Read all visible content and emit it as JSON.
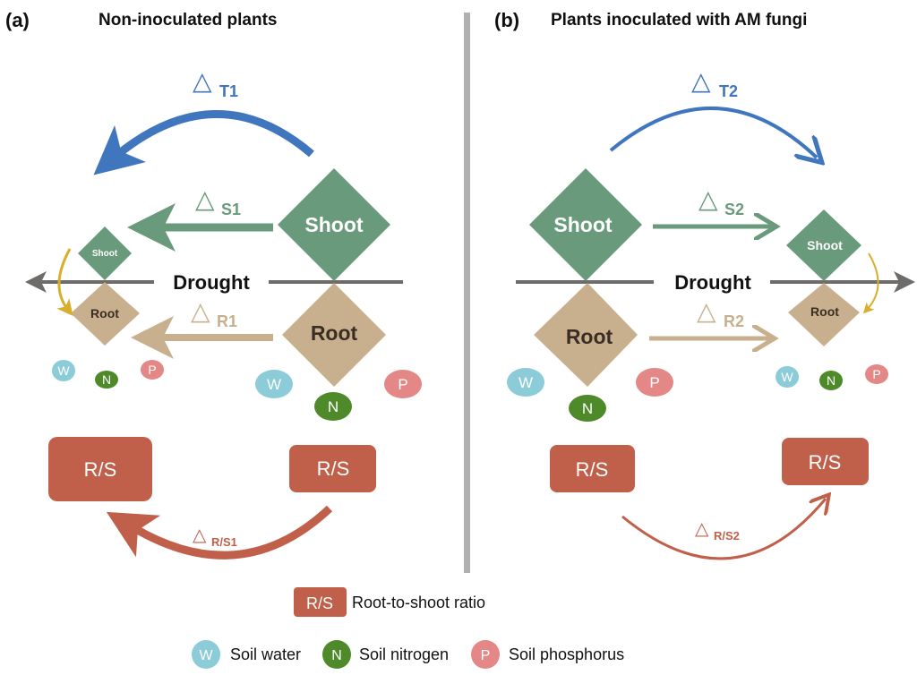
{
  "colors": {
    "shoot": "#6a9a7c",
    "root": "#c8b08e",
    "rs": "#c1604a",
    "total_arrow": "#3f76bd",
    "drought_line": "#6e6b6b",
    "realloc_arrow": "#d9ae2d",
    "water": "#8ccbd8",
    "nitrogen": "#4f8a2a",
    "phosphorus": "#e48787",
    "divider": "#b0b0b0"
  },
  "panel_a": {
    "label": "(a)",
    "title": "Non-inoculated plants",
    "delta_total": {
      "symbol": "△",
      "sub": "T1"
    },
    "delta_shoot": {
      "symbol": "△",
      "sub": "S1"
    },
    "delta_root": {
      "symbol": "△",
      "sub": "R1"
    },
    "delta_rs": {
      "symbol": "△",
      "sub": "R/S1"
    },
    "drought": "Drought",
    "shoot_large": "Shoot",
    "root_large": "Root",
    "shoot_small": "Shoot",
    "root_small": "Root",
    "rs_left": "R/S",
    "rs_right": "R/S",
    "nutrients": [
      "W",
      "N",
      "P"
    ]
  },
  "panel_b": {
    "label": "(b)",
    "title": "Plants inoculated with AM fungi",
    "delta_total": {
      "symbol": "△",
      "sub": "T2"
    },
    "delta_shoot": {
      "symbol": "△",
      "sub": "S2"
    },
    "delta_root": {
      "symbol": "△",
      "sub": "R2"
    },
    "delta_rs": {
      "symbol": "△",
      "sub": "R/S2"
    },
    "drought": "Drought",
    "shoot_large": "Shoot",
    "root_large": "Root",
    "shoot_small": "Shoot",
    "root_small": "Root",
    "rs_left": "R/S",
    "rs_right": "R/S",
    "nutrients": [
      "W",
      "N",
      "P"
    ]
  },
  "legend": {
    "rs_box": "R/S",
    "rs_label": "Root-to-shoot ratio",
    "water_symbol": "W",
    "water_label": "Soil water",
    "nitrogen_symbol": "N",
    "nitrogen_label": "Soil nitrogen",
    "phosphorus_symbol": "P",
    "phosphorus_label": "Soil phosphorus"
  }
}
